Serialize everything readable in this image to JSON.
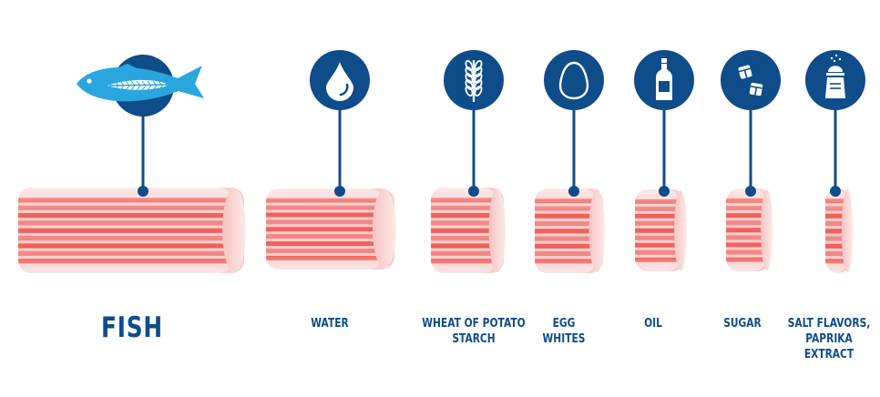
{
  "colors": {
    "navy": "#0f4c8a",
    "fish_accent": "#2aa6df",
    "stick_base": "#f7cfcf",
    "stick_stripe": "#ee4d47",
    "stick_end": "#fbe1df"
  },
  "ingredients": [
    {
      "id": "fish",
      "label": "FISH",
      "icon": "fish-icon"
    },
    {
      "id": "water",
      "label": "WATER",
      "icon": "water-drop-icon"
    },
    {
      "id": "starch",
      "label": "WHEAT OF POTATO\nSTARCH",
      "icon": "wheat-icon"
    },
    {
      "id": "egg",
      "label": "EGG\nWHITES",
      "icon": "egg-icon"
    },
    {
      "id": "oil",
      "label": "OIL",
      "icon": "oil-bottle-icon"
    },
    {
      "id": "sugar",
      "label": "SUGAR",
      "icon": "sugar-cubes-icon"
    },
    {
      "id": "salt",
      "label": "SALT FLAVORS,\nPAPRIKA EXTRACT",
      "icon": "salt-shaker-icon"
    }
  ]
}
